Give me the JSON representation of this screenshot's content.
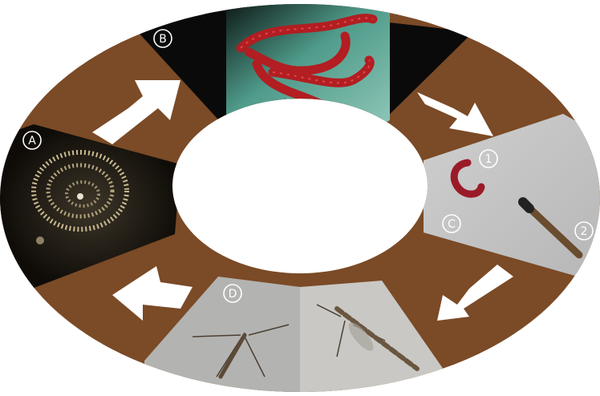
{
  "stages": [
    {
      "id": "A",
      "label": "A"
    },
    {
      "id": "B",
      "label": "B"
    },
    {
      "id": "C",
      "label": "C",
      "sub_labels": [
        "1",
        "2"
      ]
    },
    {
      "id": "D",
      "label": "D"
    }
  ],
  "colors": {
    "ring": "#7b4a26",
    "arrow": "#ffffff",
    "center": "#ffffff",
    "egg_bg": "#16120d",
    "larva_bg": "#17302a",
    "larva_water": "#5fa797",
    "larva_body": "#b21e22",
    "pupa_bg": "#c3c3c3",
    "adult_bg": "#b3b3b1",
    "adult_bg2": "#c9c8c4"
  },
  "icons": [
    "cycle-arrow-icon"
  ]
}
